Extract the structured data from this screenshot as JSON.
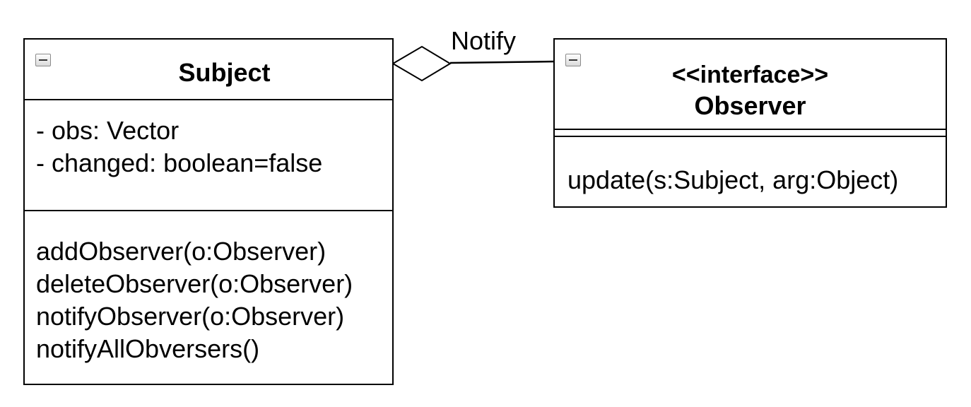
{
  "subject_class": {
    "name": "Subject",
    "attributes": [
      "- obs: Vector",
      "- changed: boolean=false"
    ],
    "operations": [
      "addObserver(o:Observer)",
      "deleteObserver(o:Observer)",
      "notifyObserver(o:Observer)",
      "notifyAllObversers()"
    ]
  },
  "observer_class": {
    "stereotype": "<<interface>>",
    "name": "Observer",
    "operations": [
      "update(s:Subject, arg:Object)"
    ]
  },
  "association": {
    "label": "Notify",
    "type": "aggregation"
  },
  "colors": {
    "line": "#000000",
    "background": "#ffffff"
  },
  "icons": {
    "collapse": "collapse-minus-icon"
  }
}
